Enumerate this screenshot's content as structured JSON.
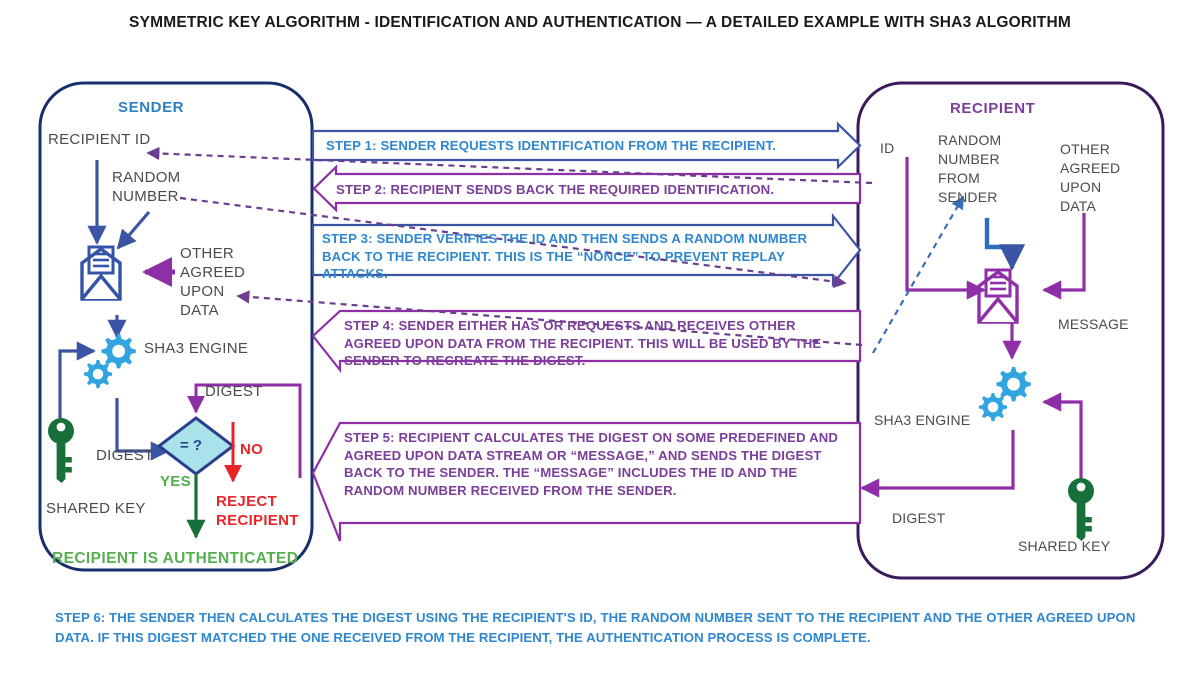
{
  "title": "SYMMETRIC KEY ALGORITHM - IDENTIFICATION AND AUTHENTICATION — A DETAILED EXAMPLE WITH SHA3 ALGORITHM",
  "colors": {
    "sender_blue": "#2f7fc4",
    "recipient_purple": "#7b3f99",
    "panel_border_navy": "#17306b",
    "gear_blue": "#32a4e0",
    "key_green": "#17703a",
    "reject_red": "#e8262a",
    "yes_green": "#4fae4a",
    "diamond_fill": "#a9e2e8",
    "diamond_border": "#2b3f8f",
    "arrow_blue": "#3b55a4",
    "arrow_purple": "#8e2fa8",
    "text_gray": "#4b4b4b"
  },
  "sender_panel": {
    "title": "SENDER",
    "labels": {
      "recipient_id": "RECIPIENT ID",
      "random_number": "RANDOM\nNUMBER",
      "other_agreed_upon_data": "OTHER\nAGREED\nUPON\nDATA",
      "sha3_engine": "SHA3 ENGINE",
      "digest_top": "DIGEST",
      "digest_left": "DIGEST",
      "shared_key": "SHARED KEY",
      "compare": "= ?",
      "yes": "YES",
      "no": "NO",
      "reject_recipient": "REJECT\nRECIPIENT",
      "authenticated": "RECIPIENT IS AUTHENTICATED"
    },
    "icons": {
      "envelope": "envelope-icon",
      "gears": "gears-icon",
      "key": "key-icon",
      "decision": "decision-diamond"
    }
  },
  "recipient_panel": {
    "title": "RECIPIENT",
    "labels": {
      "id": "ID",
      "random_number_from_sender": "RANDOM\nNUMBER\nFROM\nSENDER",
      "other_agreed_upon_data": "OTHER\nAGREED\nUPON\nDATA",
      "message": "MESSAGE",
      "sha3_engine": "SHA3 ENGINE",
      "digest": "DIGEST",
      "shared_key": "SHARED KEY"
    },
    "icons": {
      "envelope": "envelope-icon",
      "gears": "gears-icon",
      "key": "key-icon"
    }
  },
  "steps": [
    {
      "id": "step-1",
      "direction": "right",
      "color": "#2f87cf",
      "text": "STEP 1: SENDER REQUESTS IDENTIFICATION FROM THE RECIPIENT."
    },
    {
      "id": "step-2",
      "direction": "left",
      "color": "#7b3f99",
      "text": "STEP 2: RECIPIENT SENDS BACK THE REQUIRED  IDENTIFICATION."
    },
    {
      "id": "step-3",
      "direction": "right",
      "color": "#2f87cf",
      "text": "STEP 3: SENDER VERIFIES THE ID AND THEN SENDS A RANDOM NUMBER BACK TO THE RECIPIENT. THIS IS THE  “NONCE” TO PREVENT REPLAY ATTACKS."
    },
    {
      "id": "step-4",
      "direction": "left",
      "color": "#7b3f99",
      "text": "STEP 4: SENDER EITHER HAS OR REQUESTS AND RECEIVES OTHER AGREED UPON DATA FROM THE RECIPIENT. THIS WILL BE USED BY THE SENDER TO RECREATE THE DIGEST."
    },
    {
      "id": "step-5",
      "direction": "left",
      "color": "#7b3f99",
      "text": "STEP 5: RECIPIENT CALCULATES THE DIGEST ON SOME PREDEFINED AND AGREED UPON DATA STREAM OR “MESSAGE,” AND SENDS THE DIGEST BACK TO THE SENDER. THE “MESSAGE” INCLUDES THE ID AND THE RANDOM NUMBER RECEIVED FROM THE SENDER."
    }
  ],
  "step6": {
    "id": "step-6",
    "color": "#2f87cf",
    "text": "STEP 6: THE SENDER THEN CALCULATES THE DIGEST USING THE RECIPIENT'S ID, THE RANDOM NUMBER SENT TO THE RECIPIENT AND THE OTHER AGREED UPON DATA. IF THIS DIGEST MATCHED THE ONE RECEIVED FROM THE RECIPIENT, THE AUTHENTICATION PROCESS IS COMPLETE."
  }
}
